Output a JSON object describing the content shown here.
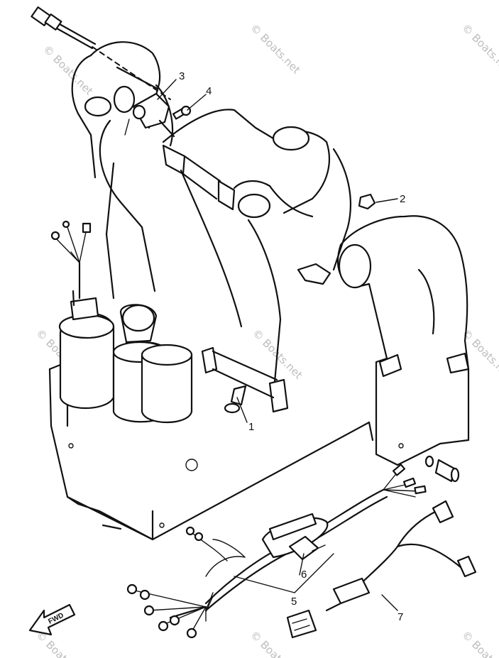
{
  "callouts": [
    {
      "id": "1",
      "label": "1"
    },
    {
      "id": "2",
      "label": "2"
    },
    {
      "id": "3",
      "label": "3"
    },
    {
      "id": "4",
      "label": "4"
    },
    {
      "id": "5",
      "label": "5"
    },
    {
      "id": "6",
      "label": "6"
    },
    {
      "id": "7",
      "label": "7"
    }
  ],
  "direction_arrow": {
    "label": "FWD"
  },
  "watermark": {
    "text": "© Boats.net"
  },
  "colors": {
    "line": "#111111",
    "background": "#ffffff",
    "watermark": "#bdbdbd"
  }
}
